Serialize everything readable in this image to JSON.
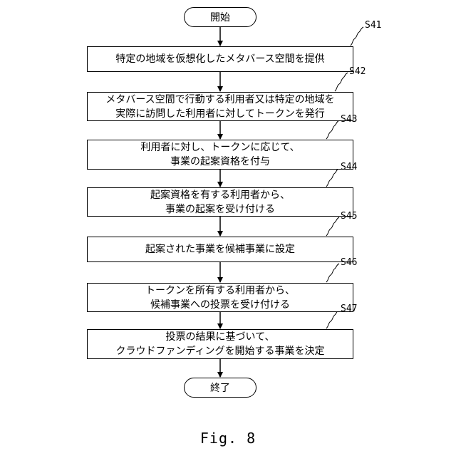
{
  "start_label": "開始",
  "end_label": "終了",
  "steps": [
    {
      "id": "S41",
      "lines": [
        "特定の地域を仮想化したメタバース空間を提供"
      ]
    },
    {
      "id": "S42",
      "lines": [
        "メタバース空間で行動する利用者又は特定の地域を",
        "実際に訪問した利用者に対してトークンを発行"
      ]
    },
    {
      "id": "S43",
      "lines": [
        "利用者に対し、トークンに応じて、",
        "事業の起案資格を付与"
      ]
    },
    {
      "id": "S44",
      "lines": [
        "起案資格を有する利用者から、",
        "事業の起案を受け付ける"
      ]
    },
    {
      "id": "S45",
      "lines": [
        "起案された事業を候補事業に設定"
      ]
    },
    {
      "id": "S46",
      "lines": [
        "トークンを所有する利用者から、",
        "候補事業への投票を受け付ける"
      ]
    },
    {
      "id": "S47",
      "lines": [
        "投票の結果に基づいて、",
        "クラウドファンディングを開始する事業を決定"
      ]
    }
  ],
  "figure_caption": "Fig. 8"
}
